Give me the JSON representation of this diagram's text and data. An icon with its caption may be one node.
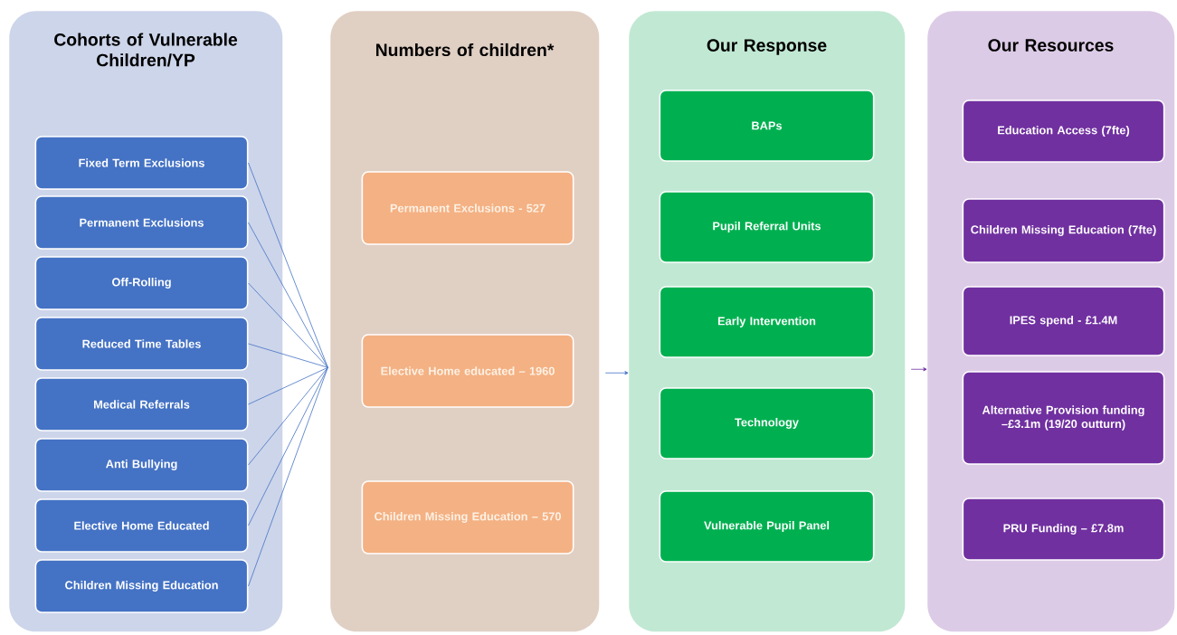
{
  "diagram": {
    "nodes": [
      {
        "text": [
          "Cohorts of Vulnerable Children/YP"
        ]
      },
      {
        "text": [
          "Fixed Term Exclusions"
        ],
        "in": 0
      },
      {
        "text": [
          "Permanent Exclusions"
        ],
        "in": 0
      },
      {
        "text": [
          "Off-Rolling"
        ],
        "in": 0
      },
      {
        "text": [
          "Reduced Time Tables"
        ],
        "in": 0
      },
      {
        "text": [
          "Medical Referrals"
        ],
        "in": 0
      },
      {
        "text": [
          "Anti Bullying"
        ],
        "in": 0
      },
      {
        "text": [
          "Elective Home Educated"
        ],
        "in": 0
      },
      {
        "text": [
          "Children Missing Education"
        ],
        "in": 0
      },
      {
        "text": [
          "Numbers of children*"
        ]
      },
      {
        "text": [
          "Permanent Exclusions - 527"
        ],
        "in": 9
      },
      {
        "text": [
          "Elective Home educated – 1960"
        ],
        "in": 9
      },
      {
        "text": [
          "Children Missing Education – 570"
        ],
        "in": 9
      },
      {
        "text": [
          "Our Response"
        ]
      },
      {
        "text": [
          "BAPs"
        ],
        "in": 13
      },
      {
        "text": [
          "Pupil Referral Units"
        ],
        "in": 13
      },
      {
        "text": [
          "Early Intervention"
        ],
        "in": 13
      },
      {
        "text": [
          "Technology"
        ],
        "in": 13
      },
      {
        "text": [
          "Vulnerable Pupil Panel"
        ],
        "in": 13
      },
      {
        "text": [
          "Our Resources"
        ]
      },
      {
        "text": [
          "Education Access (7fte)"
        ],
        "in": 19
      },
      {
        "text": [
          "Children Missing Education (7fte)"
        ],
        "in": 19
      },
      {
        "text": [
          "IPES spend - £1.4M"
        ],
        "in": 19
      },
      {
        "text": [
          "Alternative Provision funding –£3.1m (19/20 outturn)"
        ],
        "in": 19
      },
      {
        "text": [
          "PRU Funding – £7.8m"
        ],
        "in": 19
      }
    ],
    "edges": [
      {
        "from": 1,
        "to": 9,
        "arrow": "none"
      },
      {
        "from": 2,
        "to": 9,
        "arrow": "none"
      },
      {
        "from": 3,
        "to": 9,
        "arrow": "none"
      },
      {
        "from": 4,
        "to": 9,
        "arrow": "none"
      },
      {
        "from": 5,
        "to": 9,
        "arrow": "none"
      },
      {
        "from": 6,
        "to": 9,
        "arrow": "none"
      },
      {
        "from": 7,
        "to": 9,
        "arrow": "none"
      },
      {
        "from": 8,
        "to": 9,
        "arrow": "none"
      },
      {
        "from": 9,
        "to": 13,
        "arrow": "to"
      },
      {
        "from": 13,
        "to": 19,
        "arrow": "to",
        "color": "#7030a0"
      }
    ]
  }
}
